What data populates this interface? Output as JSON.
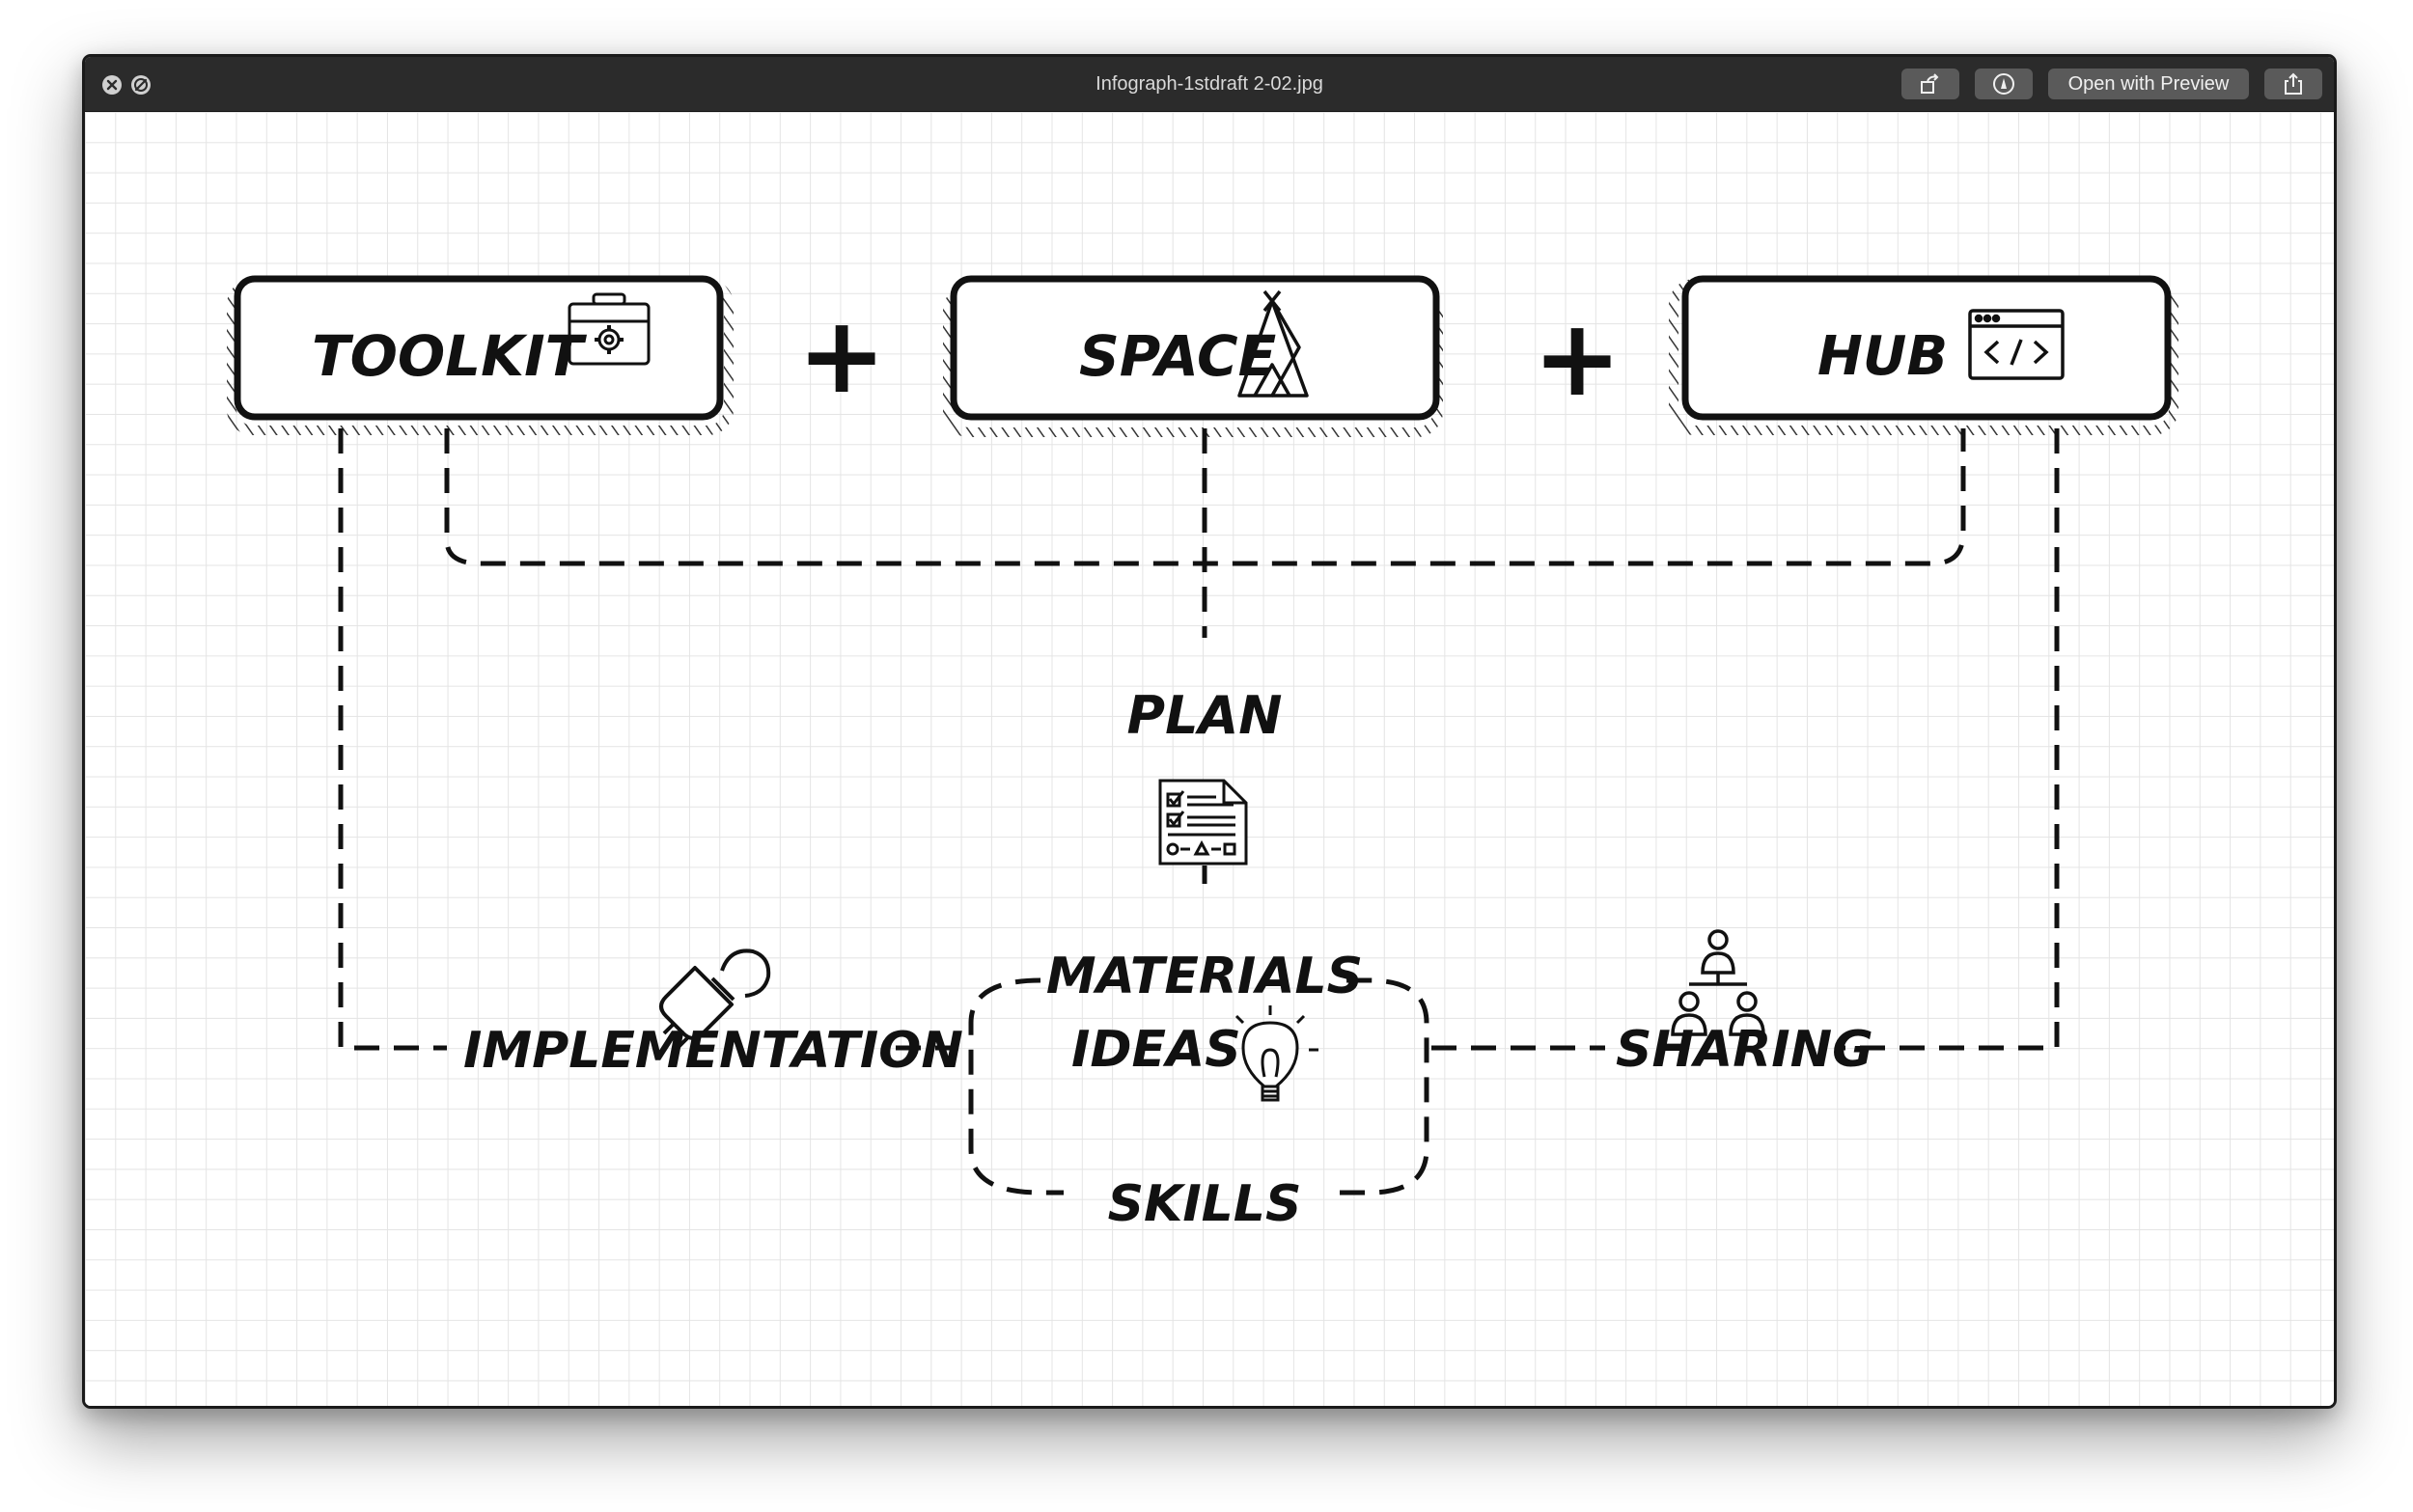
{
  "window": {
    "title": "Infograph-1stdraft 2-02.jpg",
    "open_with_label": "Open with Preview"
  },
  "toolbar_icons": {
    "close": "close-icon",
    "fullscreen": "fullscreen-icon",
    "rotate": "rotate-icon",
    "markup": "markup-icon",
    "share": "share-icon"
  },
  "diagram": {
    "boxes": [
      {
        "label": "TOOLKIT",
        "icon": "toolbox-icon"
      },
      {
        "label": "SPACE",
        "icon": "tent-icon"
      },
      {
        "label": "HUB",
        "icon": "code-window-icon"
      }
    ],
    "operators": [
      "+",
      "+"
    ],
    "plan": {
      "label": "PLAN",
      "icon": "plan-document-icon"
    },
    "materials": "MATERIALS",
    "ideas": {
      "label": "IDEAS",
      "icon": "lightbulb-icon"
    },
    "skills": "SKILLS",
    "implementation": {
      "label": "IMPLEMENTATION",
      "icon": "plug-icon"
    },
    "sharing": {
      "label": "SHARING",
      "icon": "people-network-icon"
    }
  },
  "colors": {
    "ink": "#111111",
    "titlebar": "#2b2b2b",
    "grid": "#e4e4e4",
    "button": "#5a5a5a"
  }
}
